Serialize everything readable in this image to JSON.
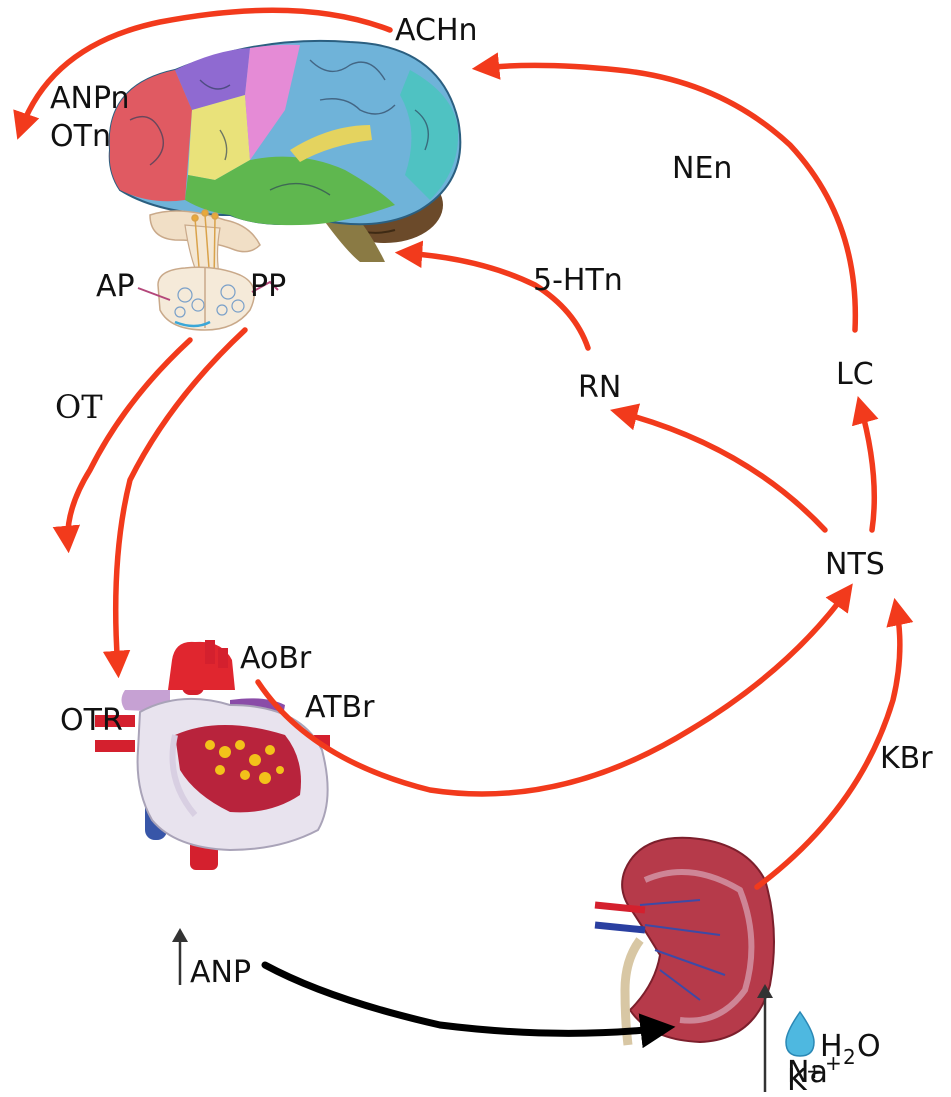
{
  "labels": {
    "achn": "ACHn",
    "anpn": "ANPn",
    "otn": "OTn",
    "nen": "NEn",
    "ht5n": "5-HTn",
    "ap": "AP",
    "pp": "PP",
    "ot": "OT",
    "rn": "RN",
    "lc": "LC",
    "nts": "NTS",
    "aobr": "AoBr",
    "atbr": "ATBr",
    "otr": "OTR",
    "kbr": "KBr",
    "anp": "ANP",
    "h2o_h": "H",
    "h2o_2": "2",
    "h2o_o": "O",
    "na": "Na",
    "k": "K",
    "plus": "+"
  },
  "colors": {
    "arrow": "#f23a1c",
    "anp_arrow": "#000000"
  },
  "icons": [
    "brain-icon",
    "pituitary-icon",
    "heart-icon",
    "kidney-icon",
    "water-drop-icon",
    "up-arrow-icon"
  ]
}
